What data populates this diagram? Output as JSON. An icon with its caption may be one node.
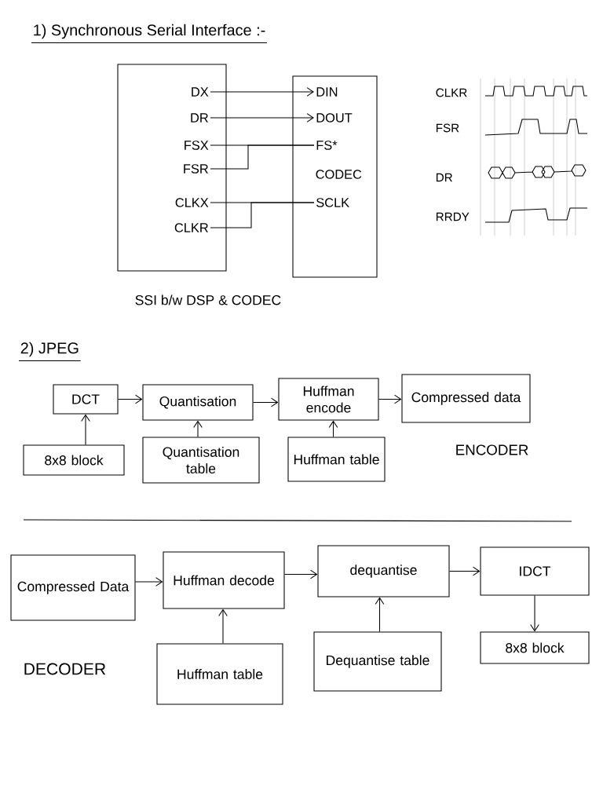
{
  "diagram": {
    "nodes": [
      {
        "text": [],
        "shape": "box"
      },
      {
        "text": [
          "DX"
        ],
        "in": 0
      },
      {
        "text": [
          "DR"
        ],
        "in": 0
      },
      {
        "text": [
          "FSX"
        ],
        "in": 0
      },
      {
        "text": [
          "FSR"
        ],
        "in": 0
      },
      {
        "text": [
          "CLKX"
        ],
        "in": 0
      },
      {
        "text": [
          "CLKR"
        ],
        "in": 0
      },
      {
        "text": [
          "CODEC"
        ]
      },
      {
        "text": [
          "DIN"
        ],
        "in": 7
      },
      {
        "text": [
          "DOUT"
        ],
        "in": 7
      },
      {
        "text": [
          "FS*"
        ],
        "in": 7
      },
      {
        "text": [
          "SCLK"
        ],
        "in": 7
      },
      {
        "text": [
          "DCT"
        ]
      },
      {
        "text": [
          "Quantisation"
        ]
      },
      {
        "text": [
          "Huffman encode"
        ]
      },
      {
        "text": [
          "Compressed data"
        ]
      },
      {
        "text": [
          "8x8 block"
        ]
      },
      {
        "text": [
          "Quantisation table"
        ]
      },
      {
        "text": [
          "Huffman table"
        ]
      },
      {
        "text": [
          "Compressed Data"
        ]
      },
      {
        "text": [
          "Huffman decode"
        ]
      },
      {
        "text": [
          "dequantise"
        ]
      },
      {
        "text": [
          "IDCT"
        ]
      },
      {
        "text": [
          "Huffman table"
        ]
      },
      {
        "text": [
          "Dequantise table"
        ]
      },
      {
        "text": [
          "8x8 block"
        ]
      }
    ],
    "edges": [
      {
        "from": 1,
        "to": 8,
        "arrow": "to"
      },
      {
        "from": 2,
        "to": 9,
        "arrow": "to"
      },
      {
        "from": 3,
        "to": 10,
        "arrow": "none"
      },
      {
        "from": 4,
        "to": 10,
        "arrow": "none"
      },
      {
        "from": 5,
        "to": 11,
        "arrow": "none"
      },
      {
        "from": 6,
        "to": 11,
        "arrow": "none"
      },
      {
        "from": 12,
        "to": 13,
        "arrow": "to"
      },
      {
        "from": 13,
        "to": 14,
        "arrow": "to"
      },
      {
        "from": 14,
        "to": 15,
        "arrow": "to"
      },
      {
        "from": 16,
        "to": 12,
        "arrow": "to"
      },
      {
        "from": 17,
        "to": 13,
        "arrow": "to"
      },
      {
        "from": 18,
        "to": 14,
        "arrow": "to"
      },
      {
        "from": 19,
        "to": 20,
        "arrow": "to"
      },
      {
        "from": 20,
        "to": 21,
        "arrow": "to"
      },
      {
        "from": 21,
        "to": 22,
        "arrow": "to"
      },
      {
        "from": 23,
        "to": 20,
        "arrow": "to"
      },
      {
        "from": 24,
        "to": 21,
        "arrow": "to"
      },
      {
        "from": 22,
        "to": 25,
        "arrow": "to"
      }
    ],
    "labels": [
      "1) Synchronous Serial Interface :-",
      "CLKR",
      "FSR",
      "DR",
      "RRDY",
      "SSI b/w DSP & CODEC",
      "2) JPEG",
      "ENCODER",
      "DECODER"
    ]
  }
}
